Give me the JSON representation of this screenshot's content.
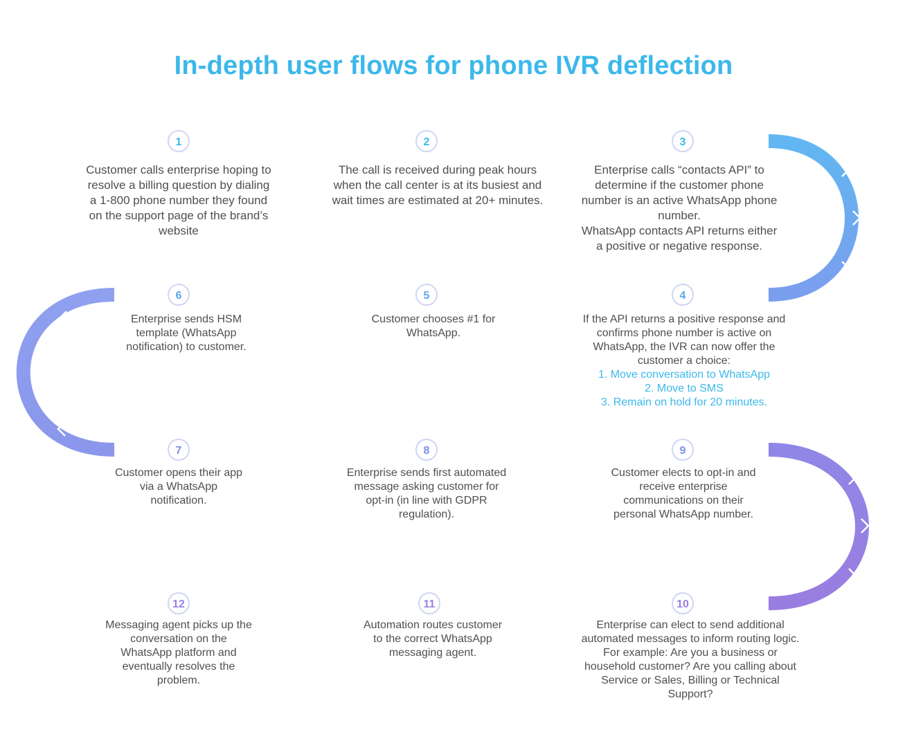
{
  "title": "In-depth user flows for phone IVR deflection",
  "colors": {
    "row1": [
      "#5ec8f2",
      "#61b7f2"
    ],
    "curve1": [
      "#61b7f2",
      "#7a9eee"
    ],
    "row2": [
      "#8fa0ef",
      "#6ca6ef"
    ],
    "curve2": [
      "#8fa0ef",
      "#8a97ec"
    ],
    "row3": [
      "#8a97ec",
      "#8f86e6"
    ],
    "curve3": [
      "#8f86e6",
      "#9a7de0"
    ],
    "row4": [
      "#a57be0",
      "#9b80e4"
    ],
    "circle_border": "#cfd6f2",
    "text": "#4f4f4f",
    "accent": "#3cb8ea"
  },
  "steps": [
    {
      "num": "1",
      "text": "Customer calls enterprise hoping to resolve a billing question by dialing a 1-800 phone number they found on the support page of the brand’s website"
    },
    {
      "num": "2",
      "text": "The call is received during peak hours when the call center is at its busiest and wait times are estimated at 20+ minutes."
    },
    {
      "num": "3",
      "text": "Enterprise calls “contacts API” to determine if the customer phone number is an active WhatsApp phone number.",
      "text2": "WhatsApp contacts API returns either a positive or negative response."
    },
    {
      "num": "4",
      "text": "If the API returns a positive response and confirms phone number is active on WhatsApp, the IVR can now offer the customer a choice:",
      "options": [
        "1. Move conversation to WhatsApp",
        "2. Move to SMS",
        "3. Remain on hold for 20 minutes."
      ]
    },
    {
      "num": "5",
      "text": "Customer chooses #1 for WhatsApp."
    },
    {
      "num": "6",
      "text": "Enterprise sends HSM template (WhatsApp notification) to customer."
    },
    {
      "num": "7",
      "text": "Customer opens their app via a WhatsApp notification."
    },
    {
      "num": "8",
      "text": "Enterprise sends first automated message asking customer for opt-in (in line with GDPR regulation)."
    },
    {
      "num": "9",
      "text": "Customer elects to opt-in and receive enterprise communications on their personal WhatsApp number."
    },
    {
      "num": "10",
      "text": "Enterprise can elect to send additional automated messages to inform routing logic. For example: Are you a business or household customer? Are you calling about Service or Sales, Billing or Technical Support?"
    },
    {
      "num": "11",
      "text": "Automation routes customer to the correct WhatsApp messaging agent."
    },
    {
      "num": "12",
      "text": "Messaging agent picks up the conversation on the WhatsApp platform and eventually resolves the problem."
    }
  ]
}
